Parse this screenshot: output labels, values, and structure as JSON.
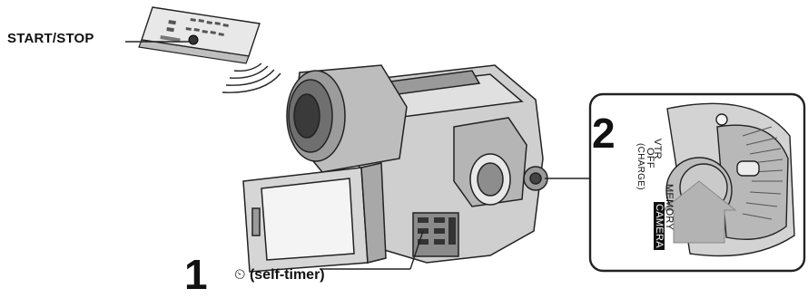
{
  "labels": {
    "start_stop": "START/STOP",
    "step1_number": "1",
    "self_timer": "(self-timer)",
    "step2_number": "2"
  },
  "dial": {
    "vtr": "VTR",
    "off": "OFF",
    "charge": "(CHARGE)",
    "memory": "MEMORY",
    "camera": "CAMERA"
  },
  "icons": {
    "self_timer_glyph": "⏲"
  }
}
